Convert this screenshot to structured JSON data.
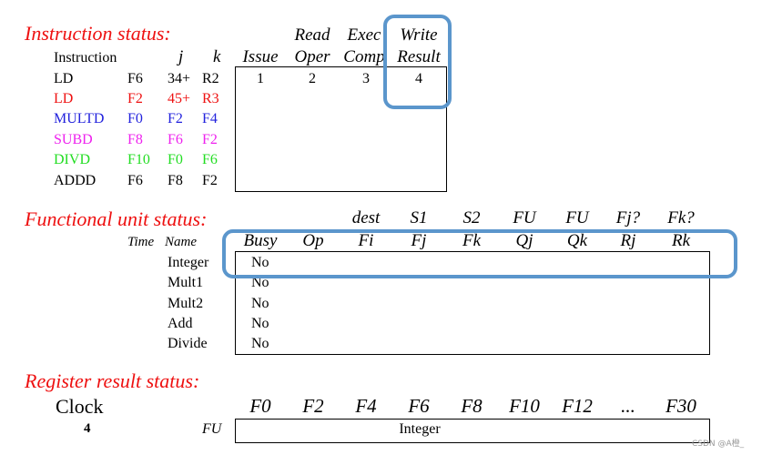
{
  "instruction_status": {
    "title": "Instruction status:",
    "headers": {
      "instruction": "Instruction",
      "j": "j",
      "k": "k",
      "issue": "Issue",
      "read_oper": [
        "Read",
        "Oper"
      ],
      "exec_comp": [
        "Exec",
        "Comp"
      ],
      "write_result": [
        "Write",
        "Result"
      ]
    },
    "rows": [
      {
        "op": "LD",
        "dest": "F6",
        "j": "34+",
        "k": "R2",
        "color": "#000000",
        "issue": "1",
        "read": "2",
        "exec": "3",
        "write": "4"
      },
      {
        "op": "LD",
        "dest": "F2",
        "j": "45+",
        "k": "R3",
        "color": "#ee1111",
        "issue": "",
        "read": "",
        "exec": "",
        "write": ""
      },
      {
        "op": "MULTD",
        "dest": "F0",
        "j": "F2",
        "k": "F4",
        "color": "#2222dd",
        "issue": "",
        "read": "",
        "exec": "",
        "write": ""
      },
      {
        "op": "SUBD",
        "dest": "F8",
        "j": "F6",
        "k": "F2",
        "color": "#ee22ee",
        "issue": "",
        "read": "",
        "exec": "",
        "write": ""
      },
      {
        "op": "DIVD",
        "dest": "F10",
        "j": "F0",
        "k": "F6",
        "color": "#22dd22",
        "issue": "",
        "read": "",
        "exec": "",
        "write": ""
      },
      {
        "op": "ADDD",
        "dest": "F6",
        "j": "F8",
        "k": "F2",
        "color": "#000000",
        "issue": "",
        "read": "",
        "exec": "",
        "write": ""
      }
    ]
  },
  "functional_unit_status": {
    "title": "Functional unit status:",
    "header_top": [
      "",
      "",
      "dest",
      "S1",
      "S2",
      "FU",
      "FU",
      "Fj?",
      "Fk?"
    ],
    "header_bottom": [
      "Busy",
      "Op",
      "Fi",
      "Fj",
      "Fk",
      "Qj",
      "Qk",
      "Rj",
      "Rk"
    ],
    "time_label": "Time",
    "name_label": "Name",
    "units": [
      {
        "name": "Integer",
        "busy": "No"
      },
      {
        "name": "Mult1",
        "busy": "No"
      },
      {
        "name": "Mult2",
        "busy": "No"
      },
      {
        "name": "Add",
        "busy": "No"
      },
      {
        "name": "Divide",
        "busy": "No"
      }
    ]
  },
  "register_result_status": {
    "title": "Register result status:",
    "clock_label": "Clock",
    "clock_value": "4",
    "fu_label": "FU",
    "registers": [
      "F0",
      "F2",
      "F4",
      "F6",
      "F8",
      "F10",
      "F12",
      "...",
      "F30"
    ],
    "fu_value": "Integer"
  },
  "highlight_color": "#5b96cc",
  "watermark": "CSDN @A橙_"
}
